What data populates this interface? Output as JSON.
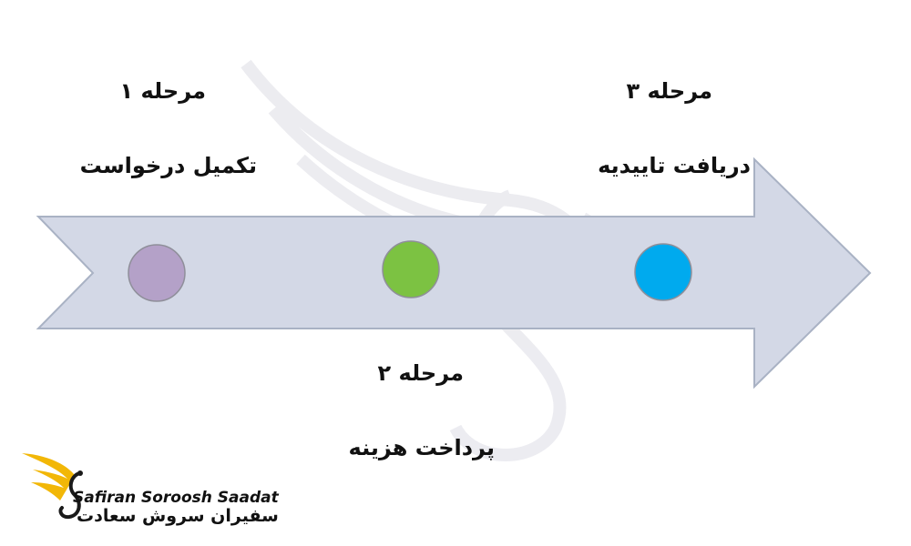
{
  "steps": [
    {
      "title": "مرحله ۱",
      "desc": "تکمیل درخواست",
      "color": "#b4a1c8"
    },
    {
      "title": "مرحله ۲",
      "desc": "پرداخت هزینه",
      "color": "#7cc242"
    },
    {
      "title": "مرحله ۳",
      "desc": "دریافت تاییدیه",
      "color": "#00aaee"
    }
  ],
  "arrow": {
    "fill": "#d3d8e6",
    "stroke": "#a9b2c4"
  },
  "brand": {
    "name_en": "Safiran Soroosh Saadat",
    "name_fa": "سفیران سروش سعادت",
    "logo_color": "#f2b707"
  }
}
